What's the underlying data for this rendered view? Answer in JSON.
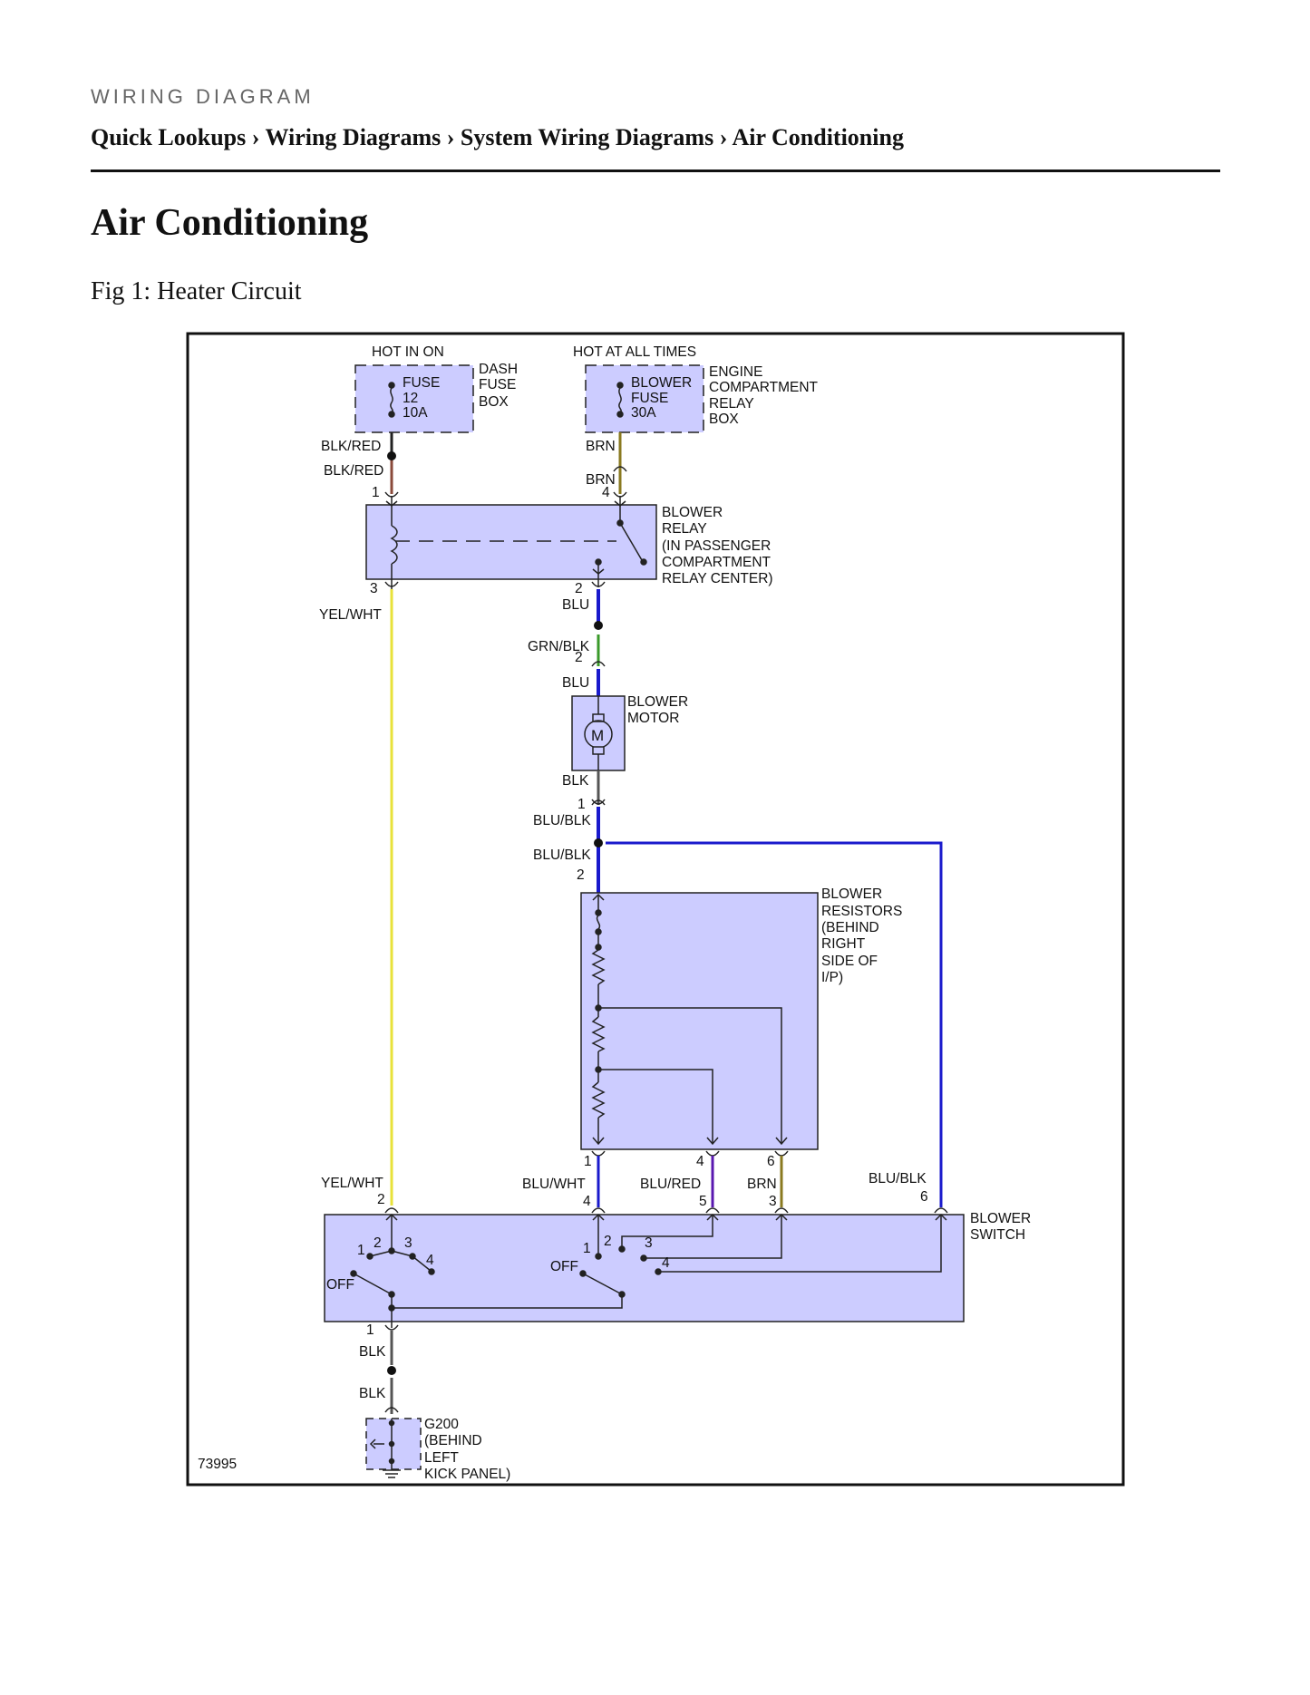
{
  "header": {
    "kicker": "WIRING DIAGRAM",
    "breadcrumb": [
      "Quick Lookups",
      "Wiring Diagrams",
      "System Wiring Diagrams",
      "Air Conditioning"
    ],
    "separator": "›"
  },
  "page_title": "Air Conditioning",
  "figure_caption": "Fig 1: Heater Circuit",
  "diagram": {
    "figure_number": "73995",
    "hot_in_on": "HOT IN ON",
    "hot_at_all_times": "HOT AT ALL TIMES",
    "fuse12": [
      "FUSE",
      "12",
      "10A"
    ],
    "dash_fuse_box": [
      "DASH",
      "FUSE",
      "BOX"
    ],
    "blower_fuse": [
      "BLOWER",
      "FUSE",
      "30A"
    ],
    "engine_relay_box": [
      "ENGINE",
      "COMPARTMENT",
      "RELAY",
      "BOX"
    ],
    "blower_relay": [
      "BLOWER",
      "RELAY",
      "(IN PASSENGER",
      "COMPARTMENT",
      "RELAY CENTER)"
    ],
    "blower_motor": [
      "BLOWER",
      "MOTOR"
    ],
    "motor_symbol": "M",
    "blower_resistors": [
      "BLOWER",
      "RESISTORS",
      "(BEHIND",
      "RIGHT",
      "SIDE OF",
      "I/P)"
    ],
    "blower_switch": [
      "BLOWER",
      "SWITCH"
    ],
    "ground": [
      "G200",
      "(BEHIND",
      "LEFT",
      "KICK PANEL)"
    ],
    "wire_labels": {
      "blk_red_1": "BLK/RED",
      "blk_red_2": "BLK/RED",
      "brn_1": "BRN",
      "brn_2": "BRN",
      "yel_wht_1": "YEL/WHT",
      "blu_1": "BLU",
      "grn_blk": "GRN/BLK",
      "blu_2": "BLU",
      "blk_1": "BLK",
      "blu_blk_1": "BLU/BLK",
      "blu_blk_2": "BLU/BLK",
      "yel_wht_2": "YEL/WHT",
      "blu_wht": "BLU/WHT",
      "blu_red": "BLU/RED",
      "brn_3": "BRN",
      "blu_blk_3": "BLU/BLK",
      "blk_2": "BLK",
      "blk_3": "BLK"
    },
    "pins": {
      "relay_1": "1",
      "relay_4": "4",
      "relay_3": "3",
      "relay_2": "2",
      "motor_2": "2",
      "motor_1": "1",
      "res_2": "2",
      "res_1": "1",
      "res_4": "4",
      "res_6": "6",
      "sw_2": "2",
      "sw_4": "4",
      "sw_5": "5",
      "sw_3": "3",
      "sw_6": "6",
      "sw_1": "1",
      "l_1": "1",
      "l_2": "2",
      "l_3": "3",
      "l_4": "4",
      "l_off": "OFF",
      "r_1": "1",
      "r_2": "2",
      "r_3": "3",
      "r_4": "4",
      "r_off": "OFF"
    },
    "colors": {
      "component_fill": "#ccccff",
      "yellow": "#e8e23a",
      "blue": "#1a1acc",
      "green": "#3a9a2a",
      "brown": "#8a7a20",
      "purple": "#5a18b0",
      "red_brown": "#8a4a3a",
      "black": "#222222"
    }
  }
}
